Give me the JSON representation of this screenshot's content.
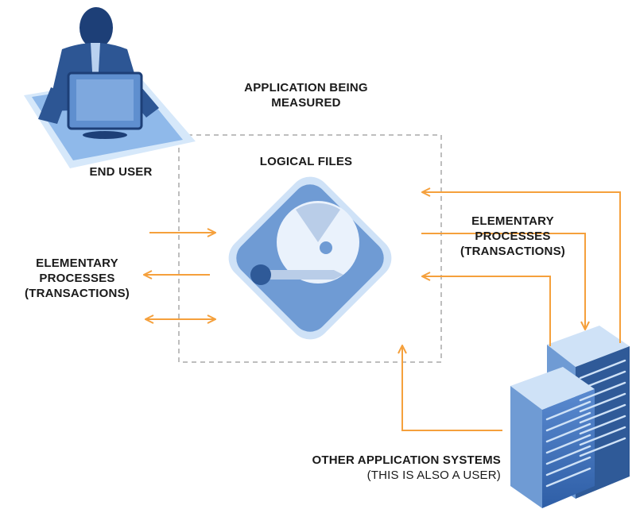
{
  "labels": {
    "application_title_line1": "APPLICATION BEING",
    "application_title_line2": "MEASURED",
    "end_user": "END USER",
    "logical_files": "LOGICAL FILES",
    "left_processes_line1": "ELEMENTARY",
    "left_processes_line2": "PROCESSES",
    "left_processes_line3": "(TRANSACTIONS)",
    "right_processes_line1": "ELEMENTARY",
    "right_processes_line2": "PROCESSES",
    "right_processes_line3": "(TRANSACTIONS)",
    "other_systems_line1": "OTHER APPLICATION SYSTEMS",
    "other_systems_line2": "(THIS IS ALSO A USER)"
  },
  "icons": [
    "end-user-icon",
    "logical-files-disk-icon",
    "server-rack-icon"
  ],
  "colors": {
    "arrow": "#f5a03c",
    "boundary": "#a8a8a8",
    "icon_blue_dark": "#2f5a98",
    "icon_blue_mid": "#6f9bd4",
    "icon_blue_light": "#cfe2f7",
    "text": "#1a1a1a"
  }
}
